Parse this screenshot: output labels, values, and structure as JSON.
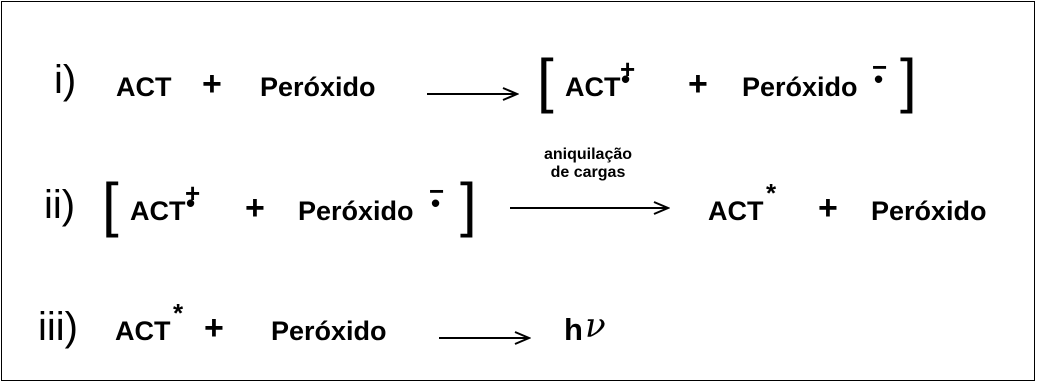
{
  "reactions": [
    {
      "number": "i)",
      "reactant_1": "ACT",
      "plus_1": "+",
      "reactant_2": "Peróxido",
      "product_1": "ACT",
      "product_1_charge": "+",
      "plus_2": "+",
      "product_2": "Peróxido",
      "product_2_charge": "−"
    },
    {
      "number": "ii)",
      "reactant_1": "ACT",
      "reactant_1_charge": "+",
      "plus_1": "+",
      "reactant_2": "Peróxido",
      "reactant_2_charge": "−",
      "arrow_label_line1": "aniquilação",
      "arrow_label_line2": "de cargas",
      "product_1": "ACT",
      "product_1_superscript": "*",
      "plus_2": "+",
      "product_2": "Peróxido"
    },
    {
      "number": "iii)",
      "reactant_1": "ACT",
      "reactant_1_superscript": "*",
      "plus_1": "+",
      "reactant_2": "Peróxido",
      "product_h": "h",
      "product_nu": "ν"
    }
  ]
}
